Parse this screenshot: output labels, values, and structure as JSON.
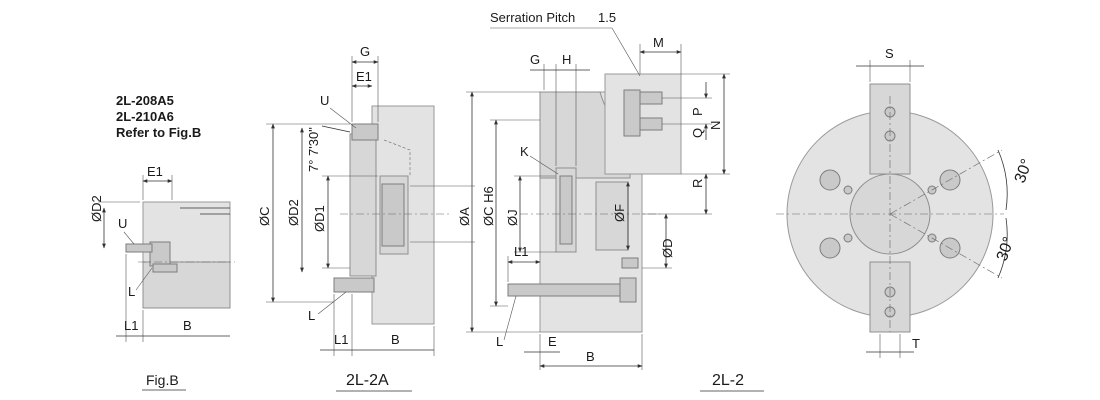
{
  "header": {
    "serration_label": "Serration Pitch",
    "serration_value": "1.5"
  },
  "note": {
    "line1": "2L-208A5",
    "line2": "2L-210A6",
    "line3": "Refer to Fig.B"
  },
  "views": {
    "figb": {
      "title": "Fig.B",
      "dims": {
        "e1": "E1",
        "d2": "ØD2",
        "u": "U",
        "l": "L",
        "l1": "L1",
        "b": "B"
      }
    },
    "twoLtwoA": {
      "title": "2L-2A",
      "dims": {
        "g": "G",
        "e1": "E1",
        "u": "U",
        "angle": "7° 7'30\"",
        "c": "ØC",
        "d2": "ØD2",
        "d1": "ØD1",
        "l": "L",
        "l1": "L1",
        "b": "B"
      }
    },
    "twoLtwo": {
      "title": "2L-2",
      "dims": {
        "g": "G",
        "h": "H",
        "m": "M",
        "p": "P",
        "q": "Q",
        "n": "N",
        "r": "R",
        "k": "K",
        "a": "ØA",
        "c": "ØC H6",
        "j": "ØJ",
        "f": "ØF",
        "d": "ØD",
        "l1": "L1",
        "l": "L",
        "e": "E",
        "b": "B"
      }
    },
    "front": {
      "dims": {
        "s": "S",
        "t": "T",
        "angle1": "30°",
        "angle2": "30°"
      }
    }
  }
}
